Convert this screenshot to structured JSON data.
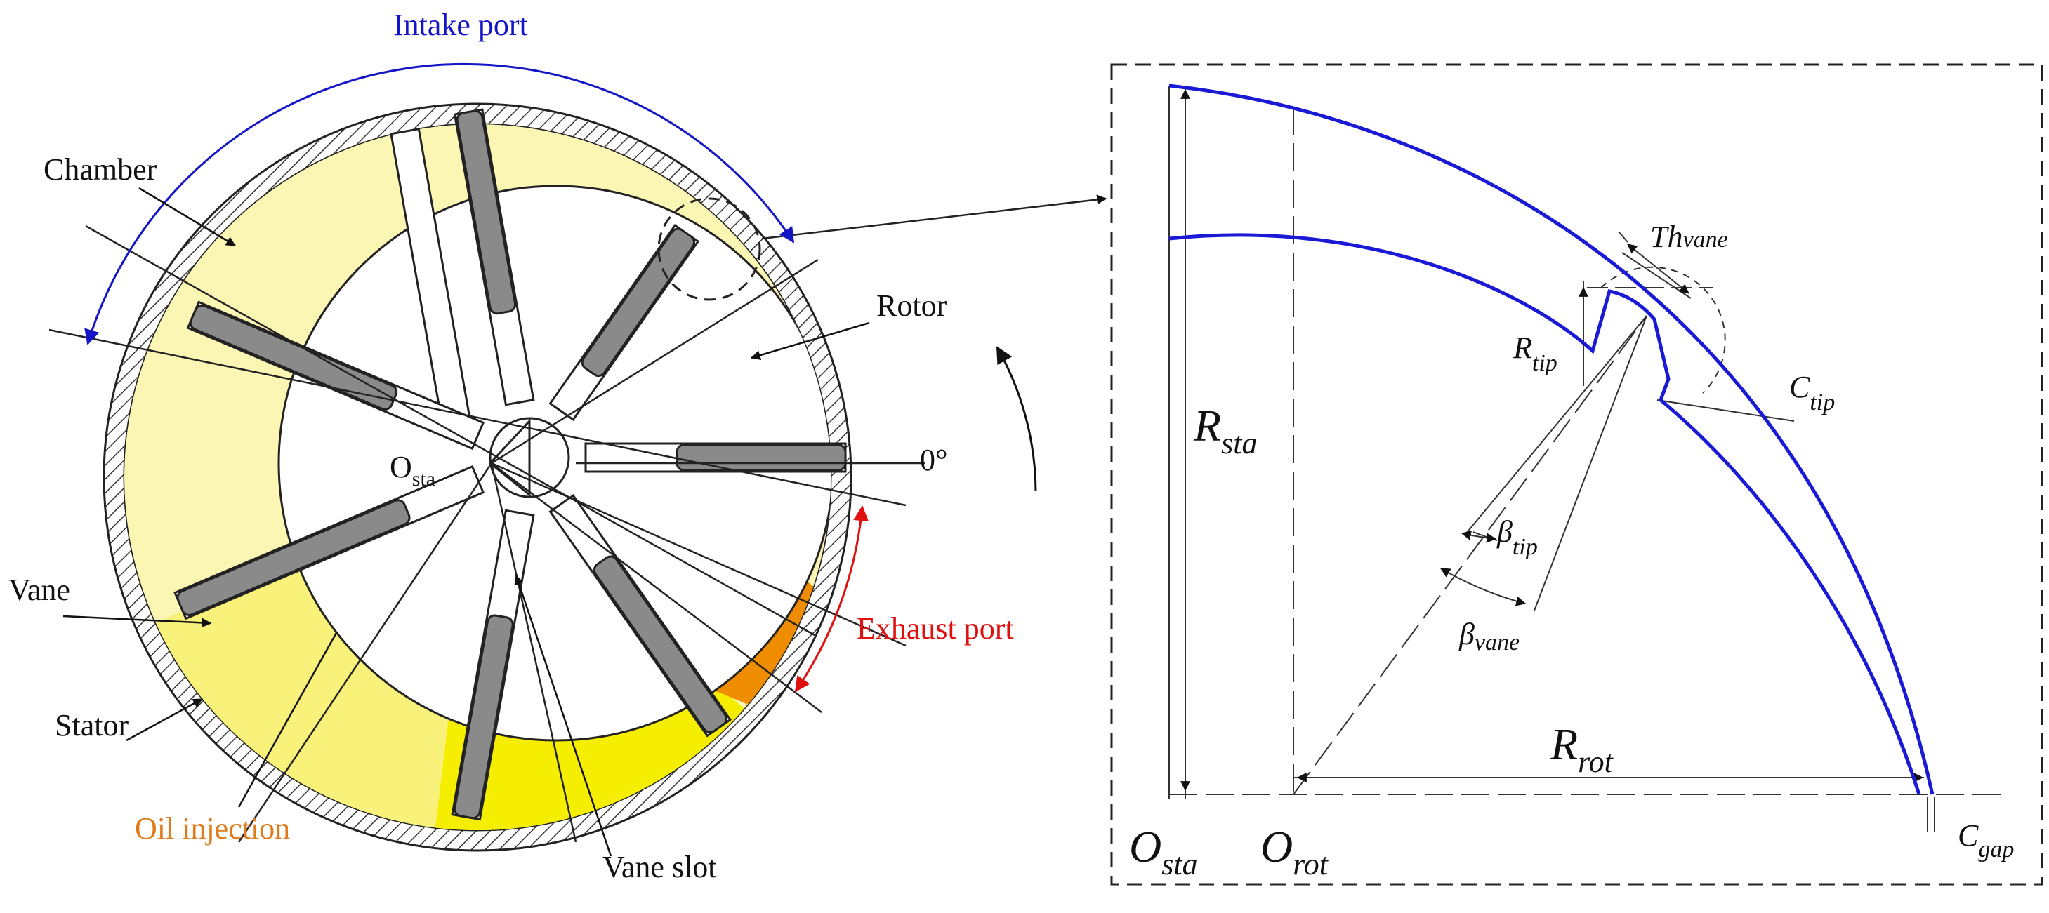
{
  "left": {
    "labels": {
      "intake": "Intake port",
      "chamber": "Chamber",
      "rotor": "Rotor",
      "vane": "Vane",
      "stator": "Stator",
      "oil": "Oil injection",
      "vane_slot": "Vane slot",
      "exhaust": "Exhaust port",
      "zero_angle": "0°",
      "o_sta_main": "O",
      "o_sta_sub": "sta"
    },
    "colors": {
      "intake": "#1515c8",
      "exhaust": "#e01010",
      "oil": "#e07a1a",
      "chamber_fill": "#fbf6b4",
      "chamber_fill_dark": "#f6ee00",
      "vane_fill": "#8a8a8a",
      "oil_region": "#f08c00"
    }
  },
  "right": {
    "labels": {
      "th_main": "Th",
      "th_sub": "vane",
      "rtip_main": "R",
      "rtip_sub": "tip",
      "ctip_main": "C",
      "ctip_sub": "tip",
      "rsta_main": "R",
      "rsta_sub": "sta",
      "btip_main": "β",
      "btip_sub": "tip",
      "bvane_main": "β",
      "bvane_sub": "vane",
      "rrot_main": "R",
      "rrot_sub": "rot",
      "osta_main": "O",
      "osta_sub": "sta",
      "orot_main": "O",
      "orot_sub": "rot",
      "cgap_main": "C",
      "cgap_sub": "gap"
    },
    "colors": {
      "profile": "#1a1ad6"
    }
  }
}
